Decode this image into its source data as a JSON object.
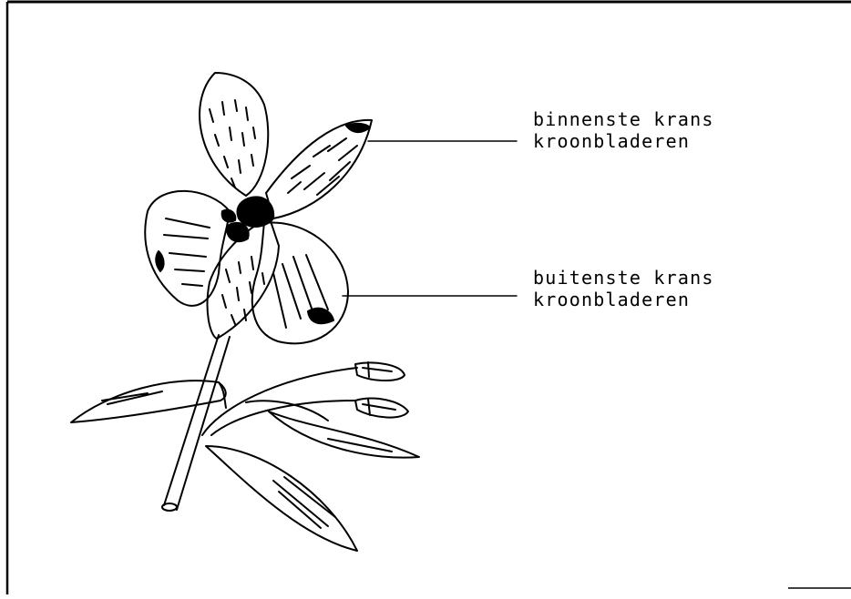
{
  "labels": {
    "inner_whorl": [
      "binnenste krans",
      "kroonbladeren"
    ],
    "outer_whorl": [
      "buitenste krans",
      "kroonbladeren"
    ]
  },
  "colors": {
    "ink": "#000000",
    "paper": "#ffffff"
  }
}
